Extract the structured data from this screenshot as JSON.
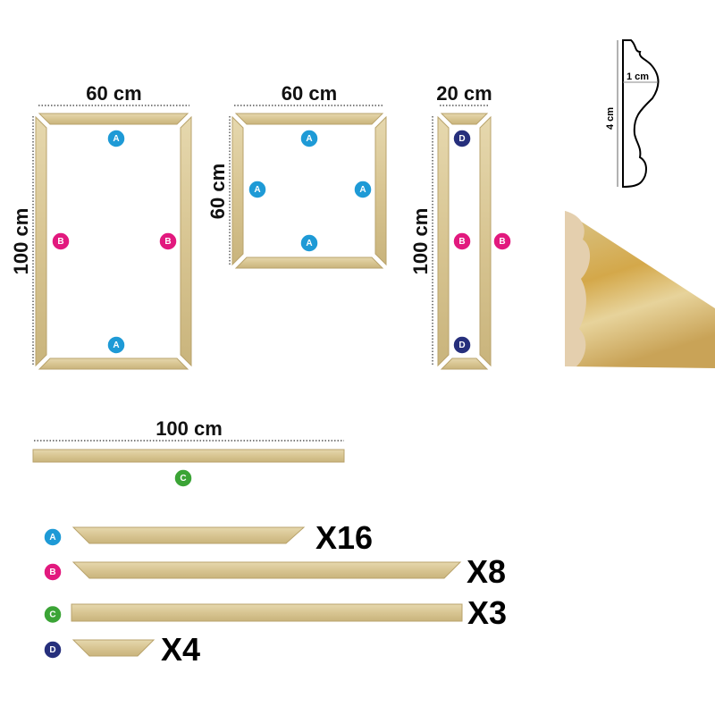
{
  "colors": {
    "A": "#1e9ad6",
    "B": "#e2197e",
    "C": "#3ba436",
    "D": "#262f7c",
    "wood": "#dccb9c",
    "wood_edge": "#b9a36c"
  },
  "frames": [
    {
      "name": "frame-60x100",
      "width_label": "60 cm",
      "height_label": "100 cm"
    },
    {
      "name": "frame-60x60",
      "width_label": "60 cm",
      "height_label": "60 cm"
    },
    {
      "name": "frame-20x100",
      "width_label": "20 cm",
      "height_label": "100 cm"
    }
  ],
  "bar_c": {
    "length_label": "100 cm"
  },
  "profile": {
    "height_label": "4 cm",
    "depth_label": "1 cm"
  },
  "badges": {
    "A": "A",
    "B": "B",
    "C": "C",
    "D": "D"
  },
  "legend": [
    {
      "badge": "A",
      "quantity": "X16"
    },
    {
      "badge": "B",
      "quantity": "X8"
    },
    {
      "badge": "C",
      "quantity": "X3"
    },
    {
      "badge": "D",
      "quantity": "X4"
    }
  ]
}
